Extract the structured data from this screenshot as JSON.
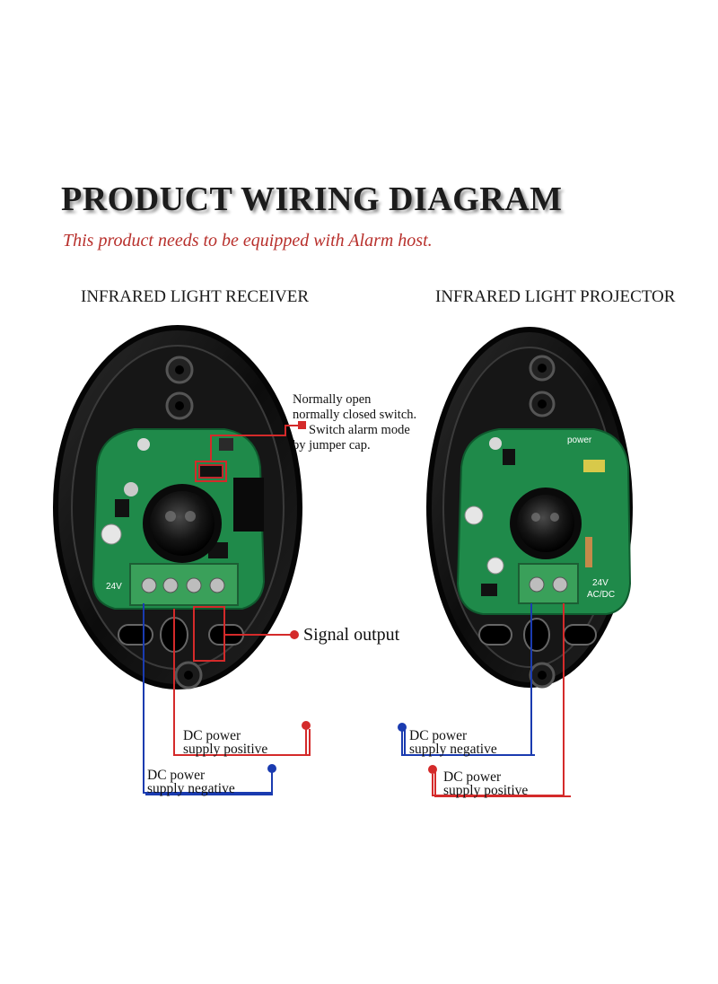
{
  "title": "PRODUCT WIRING DIAGRAM",
  "subtitle": "This product needs to be equipped with Alarm host.",
  "receiver": {
    "label": "INFRARED LIGHT RECEIVER",
    "terminal_text": "24V",
    "note_open": "Normally open",
    "note_closed": "normally closed switch.",
    "note_switch": "Switch alarm mode",
    "note_jumper": "by jumper cap.",
    "signal_label": "Signal output",
    "pos_line1": "DC power",
    "pos_line2": "supply positive",
    "neg_line1": "DC power",
    "neg_line2": "supply negative"
  },
  "projector": {
    "label": "INFRARED LIGHT PROJECTOR",
    "power_text": "power",
    "terminal_text": "24V",
    "acdc_text": "AC/DC",
    "neg_line1": "DC power",
    "neg_line2": "supply negative",
    "pos_line1": "DC power",
    "pos_line2": "supply positive"
  },
  "colors": {
    "positive": "#d42a2a",
    "negative": "#1a3bb0",
    "pcb": "#1f8a4a",
    "housing": "#111111"
  }
}
